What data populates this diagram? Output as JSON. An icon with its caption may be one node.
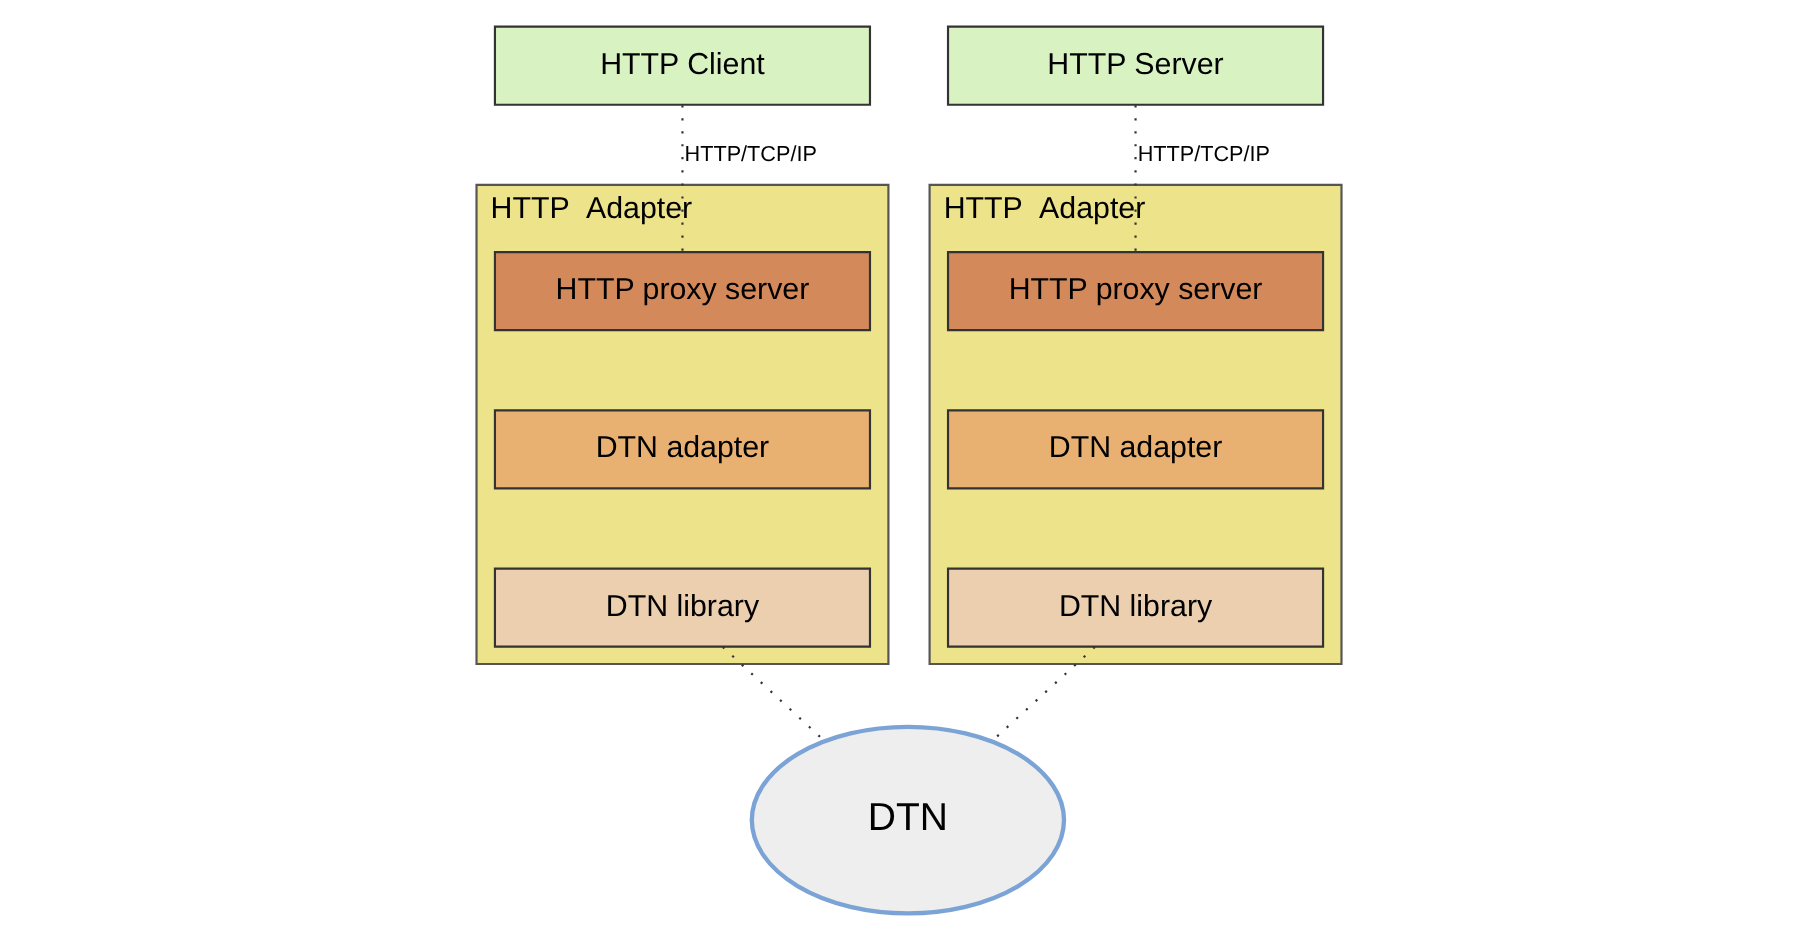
{
  "diagram": {
    "nodes": [
      {
        "text": [
          "HTTP Client"
        ]
      },
      {
        "text": [
          "HTTP  Adapter"
        ]
      },
      {
        "text": [
          "HTTP proxy server"
        ],
        "in": 1
      },
      {
        "text": [
          "DTN adapter"
        ],
        "in": 1
      },
      {
        "text": [
          "DTN library"
        ],
        "in": 1
      },
      {
        "text": [
          "HTTP Server"
        ]
      },
      {
        "text": [
          "HTTP  Adapter"
        ]
      },
      {
        "text": [
          "HTTP proxy server"
        ],
        "in": 6
      },
      {
        "text": [
          "DTN adapter"
        ],
        "in": 6
      },
      {
        "text": [
          "DTN library"
        ],
        "in": 6
      },
      {
        "text": [
          "DTN"
        ]
      }
    ],
    "edges": [
      {
        "from": 0,
        "to": 2,
        "arrow": "none",
        "label": "HTTP/TCP/IP"
      },
      {
        "from": 5,
        "to": 7,
        "arrow": "none",
        "label": "HTTP/TCP/IP"
      },
      {
        "from": 4,
        "to": 10,
        "arrow": "none"
      },
      {
        "from": 9,
        "to": 10,
        "arrow": "none"
      }
    ]
  }
}
